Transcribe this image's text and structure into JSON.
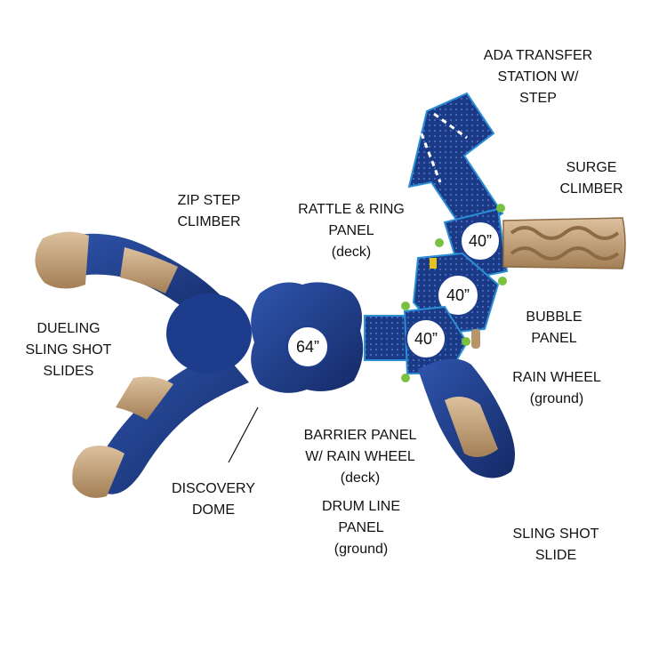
{
  "labels": {
    "ada_transfer": "ADA TRANSFER\nSTATION W/\nSTEP",
    "surge_climber": "SURGE\nCLIMBER",
    "zip_step": "ZIP STEP\nCLIMBER",
    "rattle_ring": "RATTLE & RING\nPANEL\n(deck)",
    "dueling_slides": "DUELING\nSLING SHOT\nSLIDES",
    "bubble_panel": "BUBBLE\nPANEL",
    "rain_wheel_ground": "RAIN WHEEL\n(ground)",
    "barrier_panel": "BARRIER PANEL\nW/ RAIN WHEEL\n(deck)",
    "discovery_dome": "DISCOVERY\nDOME",
    "drum_line": "DRUM LINE\nPANEL\n(ground)",
    "sling_shot_slide": "SLING SHOT\nSLIDE"
  },
  "deck_heights": {
    "main_deck": "64”",
    "upper_deck": "40”",
    "middle_deck": "40”",
    "lower_deck": "40”"
  },
  "colors": {
    "navy": "#1f3f8f",
    "navy_dark": "#16306f",
    "tan": "#b8946a",
    "tan_light": "#d9bb95",
    "accent_blue": "#2a8fd6",
    "bolt_green": "#7ac142",
    "label_text": "#111111"
  }
}
